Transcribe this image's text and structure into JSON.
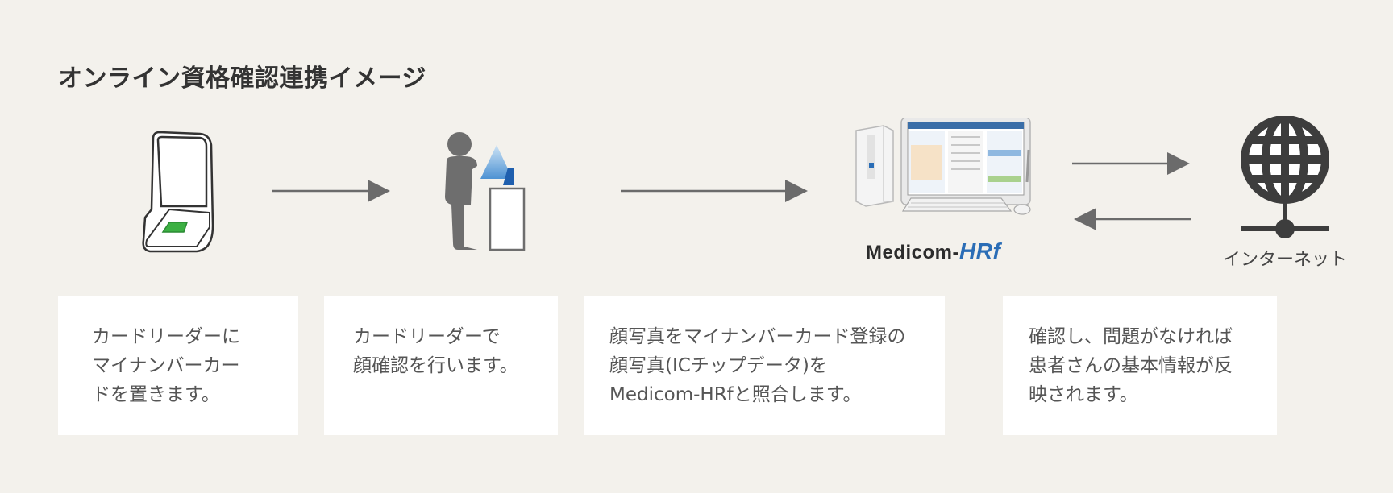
{
  "title": "オンライン資格確認連携イメージ",
  "brand": {
    "part1": "Medicom-",
    "part2": "HRf"
  },
  "internet_label": "インターネット",
  "steps": [
    {
      "text": "カードリーダーに\nマイナンバーカー\nドを置きます。"
    },
    {
      "text": "カードリーダーで\n顔確認を行います。"
    },
    {
      "text": "顔写真をマイナンバーカード登録の\n顔写真(ICチップデータ)を\nMedicom-HRfと照合します。"
    },
    {
      "text": "確認し、問題がなければ\n患者さんの基本情報が反\n映されます。"
    }
  ],
  "colors": {
    "background": "#f3f1ec",
    "arrow": "#6b6b6b",
    "icon": "#3d3d3d",
    "person": "#6e6e6e",
    "reader_pad": "#3cb043",
    "accent_blue": "#1f5fae"
  },
  "icons": [
    "card-reader-icon",
    "person-face-check-icon",
    "medicom-pc-icon",
    "globe-network-icon"
  ]
}
